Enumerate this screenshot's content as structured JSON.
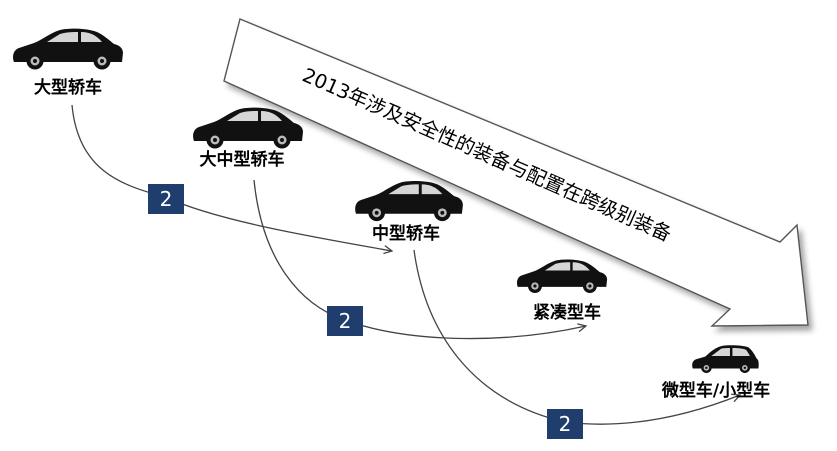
{
  "banner": {
    "text": "2013年涉及安全性的装备与配置在跨级别装备"
  },
  "segments": [
    {
      "id": "large",
      "label": "大型轿车",
      "icon": "sedan-car-icon"
    },
    {
      "id": "upper-mid",
      "label": "大中型轿车",
      "icon": "sedan-car-icon"
    },
    {
      "id": "mid",
      "label": "中型轿车",
      "icon": "sedan-car-icon"
    },
    {
      "id": "compact",
      "label": "紧凑型车",
      "icon": "sedan-car-icon"
    },
    {
      "id": "mini",
      "label": "微型车/小型车",
      "icon": "hatchback-car-icon"
    }
  ],
  "transitions": [
    {
      "from": "large",
      "to": "mid",
      "badge": "2"
    },
    {
      "from": "upper-mid",
      "to": "compact",
      "badge": "2"
    },
    {
      "from": "mid",
      "to": "mini",
      "badge": "2"
    }
  ],
  "colors": {
    "badge": "#1F3E6D",
    "car": "#111111",
    "connector": "#444444",
    "banner_fill": "#ffffff",
    "banner_stroke": "#555555"
  }
}
